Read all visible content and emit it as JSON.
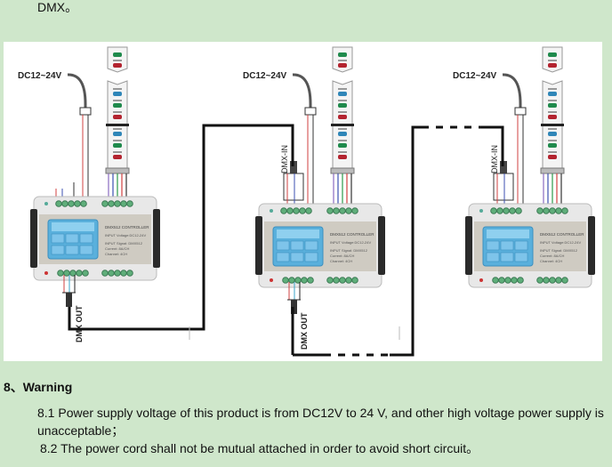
{
  "intro": {
    "text": "DMX。"
  },
  "diagram": {
    "power_label": "DC12~24V",
    "dmx_in_label": "DMX-IN",
    "dmx_out_label": "DMX OUT",
    "controller": {
      "title": "DMX512 CONTROLLER",
      "lines": [
        "INPUT Voltage:DC12-24V",
        "INPUT Signal: DMX512",
        "Current: 8A/CH",
        "Channel: 4CH"
      ]
    },
    "colors": {
      "led_green": "#1f8a4c",
      "led_red": "#b3232f",
      "led_blue": "#2f86b8",
      "wire_red": "#d04040",
      "wire_blue": "#3b4fb0",
      "wire_green": "#2c9a4a",
      "wire_purple": "#8a6bc0",
      "terminal_green": "#5fae7a",
      "screen_blue": "#5ab0dc"
    }
  },
  "warning": {
    "number": "8、",
    "title": "Warning",
    "items": [
      "8.1 Power supply voltage of this product is from DC12V to 24 V, and other high voltage power supply is unacceptable；",
      "8.2 The power cord shall not be mutual attached in order to avoid short circuit。"
    ]
  }
}
